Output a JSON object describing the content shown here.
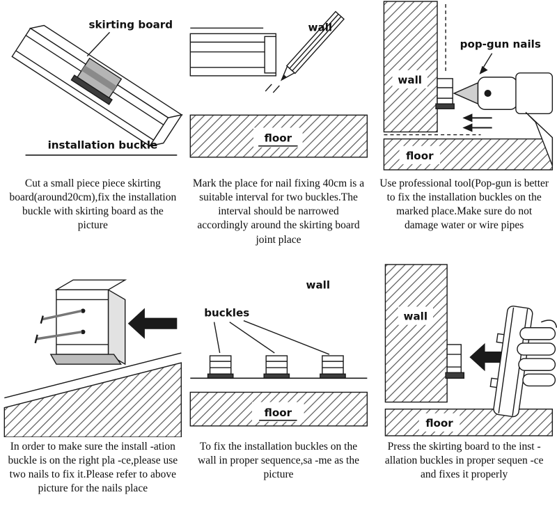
{
  "colors": {
    "ink": "#1a1a1a",
    "background": "#ffffff"
  },
  "panels": [
    {
      "caption": "Cut a small piece piece skirting board(around20cm),fix the installation buckle with skirting board as the picture",
      "labels": {
        "skirting_board": "skirting board",
        "installation_buckle": "installation buckle"
      }
    },
    {
      "caption": "Mark the place for nail fixing 40cm is a suitable interval for two buckles.The interval should be narrowed accordingly around the skirting board joint place",
      "labels": {
        "wall": "wall",
        "floor": "floor"
      }
    },
    {
      "caption": "Use professional tool(Pop-gun is better to fix the installation buckles on the marked place.Make sure do not damage water or wire pipes",
      "labels": {
        "wall": "wall",
        "pop_gun_nails": "pop-gun nails",
        "floor": "floor"
      }
    },
    {
      "caption": "In order to make sure the install -ation buckle is on the right pla -ce,please use two nails to fix it.Please refer to above picture for the nails place",
      "labels": {}
    },
    {
      "caption": "To fix the installation buckles on the wall in proper sequence,sa -me as the picture",
      "labels": {
        "wall": "wall",
        "buckles": "buckles",
        "floor": "floor"
      }
    },
    {
      "caption": "Press the skirting board to the inst -allation buckles in proper sequen -ce and fixes it properly",
      "labels": {
        "wall": "wall",
        "floor": "floor"
      }
    }
  ]
}
